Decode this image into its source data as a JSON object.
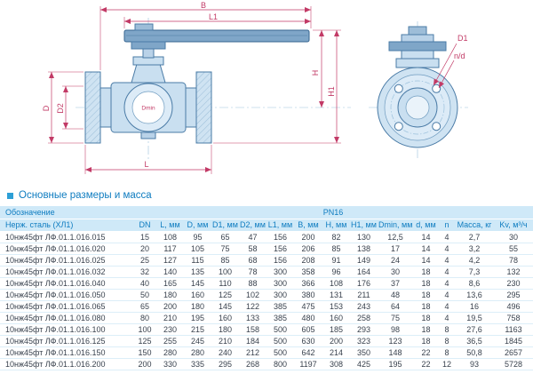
{
  "drawing": {
    "dims": {
      "B": "B",
      "L1": "L1",
      "H": "H",
      "H1": "H1",
      "D": "D",
      "D2": "D2",
      "Dmin": "Dmin",
      "L": "L",
      "D1": "D1",
      "nd": "n/d"
    }
  },
  "section_title": "Основные размеры и масса",
  "colors": {
    "accent_blue": "#0e7cc0",
    "header_bg": "#cfe9f8",
    "dimension_line": "#c23a66",
    "drawing_fill": "#c9dff0"
  },
  "table": {
    "group_left": "Обозначение",
    "group_right": "PN16",
    "columns": [
      "Нерж. сталь (ХЛ1)",
      "DN",
      "L, мм",
      "D, мм",
      "D1, мм",
      "D2, мм",
      "L1, мм",
      "B, мм",
      "H, мм",
      "H1, мм",
      "Dmin, мм",
      "d, мм",
      "n",
      "Масса, кг",
      "Kv, м³/ч"
    ],
    "rows": [
      [
        "10нж45фт ЛФ.01.1.016.015",
        "15",
        "108",
        "95",
        "65",
        "47",
        "156",
        "200",
        "82",
        "130",
        "12,5",
        "14",
        "4",
        "2,7",
        "30"
      ],
      [
        "10нж45фт ЛФ.01.1.016.020",
        "20",
        "117",
        "105",
        "75",
        "58",
        "156",
        "206",
        "85",
        "138",
        "17",
        "14",
        "4",
        "3,2",
        "55"
      ],
      [
        "10нж45фт ЛФ.01.1.016.025",
        "25",
        "127",
        "115",
        "85",
        "68",
        "156",
        "208",
        "91",
        "149",
        "24",
        "14",
        "4",
        "4,2",
        "78"
      ],
      [
        "10нж45фт ЛФ.01.1.016.032",
        "32",
        "140",
        "135",
        "100",
        "78",
        "300",
        "358",
        "96",
        "164",
        "30",
        "18",
        "4",
        "7,3",
        "132"
      ],
      [
        "10нж45фт ЛФ.01.1.016.040",
        "40",
        "165",
        "145",
        "110",
        "88",
        "300",
        "366",
        "108",
        "176",
        "37",
        "18",
        "4",
        "8,6",
        "230"
      ],
      [
        "10нж45фт ЛФ.01.1.016.050",
        "50",
        "180",
        "160",
        "125",
        "102",
        "300",
        "380",
        "131",
        "211",
        "48",
        "18",
        "4",
        "13,6",
        "295"
      ],
      [
        "10нж45фт ЛФ.01.1.016.065",
        "65",
        "200",
        "180",
        "145",
        "122",
        "385",
        "475",
        "153",
        "243",
        "64",
        "18",
        "4",
        "16",
        "496"
      ],
      [
        "10нж45фт ЛФ.01.1.016.080",
        "80",
        "210",
        "195",
        "160",
        "133",
        "385",
        "480",
        "160",
        "258",
        "75",
        "18",
        "4",
        "19,5",
        "758"
      ],
      [
        "10нж45фт ЛФ.01.1.016.100",
        "100",
        "230",
        "215",
        "180",
        "158",
        "500",
        "605",
        "185",
        "293",
        "98",
        "18",
        "8",
        "27,6",
        "1163"
      ],
      [
        "10нж45фт ЛФ.01.1.016.125",
        "125",
        "255",
        "245",
        "210",
        "184",
        "500",
        "630",
        "200",
        "323",
        "123",
        "18",
        "8",
        "36,5",
        "1845"
      ],
      [
        "10нж45фт ЛФ.01.1.016.150",
        "150",
        "280",
        "280",
        "240",
        "212",
        "500",
        "642",
        "214",
        "350",
        "148",
        "22",
        "8",
        "50,8",
        "2657"
      ],
      [
        "10нж45фт ЛФ.01.1.016.200",
        "200",
        "330",
        "335",
        "295",
        "268",
        "800",
        "1197",
        "308",
        "425",
        "195",
        "22",
        "12",
        "93",
        "5728"
      ]
    ]
  }
}
